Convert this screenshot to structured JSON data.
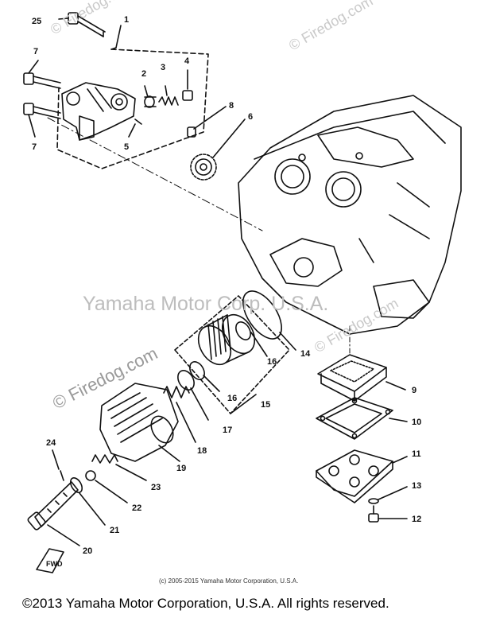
{
  "watermarks": {
    "main": "Yamaha Motor Corp. U.S.A.",
    "firedog": "© Firedog.com"
  },
  "copyright_small": "(c) 2005-2015 Yamaha Motor Corporation, U.S.A.",
  "footer": "©2013 Yamaha Motor Corporation, U.S.A. All rights reserved.",
  "parts": [
    "25",
    "1",
    "7",
    "2",
    "3",
    "4",
    "8",
    "6",
    "7",
    "5",
    "14",
    "16",
    "9",
    "16",
    "15",
    "17",
    "10",
    "24",
    "18",
    "19",
    "11",
    "23",
    "13",
    "22",
    "12",
    "21",
    "20"
  ]
}
